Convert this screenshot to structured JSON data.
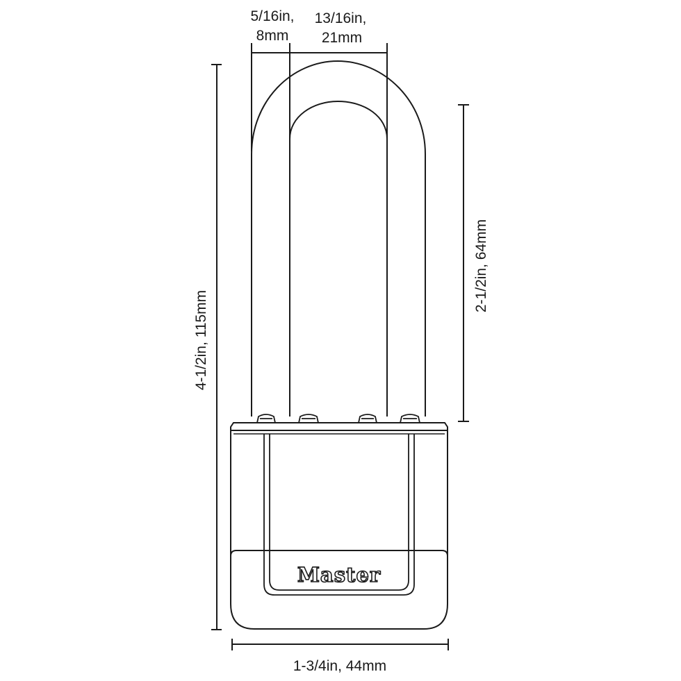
{
  "dimensions": {
    "shackle_diameter": {
      "line1": "5/16in,",
      "line2": "8mm"
    },
    "shackle_width": {
      "line1": "13/16in,",
      "line2": "21mm"
    },
    "overall_height": "4-1/2in, 115mm",
    "shackle_clearance": "2-1/2in, 64mm",
    "body_width": "1-3/4in, 44mm"
  },
  "brand": {
    "logo": "Master"
  },
  "colors": {
    "line": "#1a1a1a",
    "background": "#ffffff"
  }
}
